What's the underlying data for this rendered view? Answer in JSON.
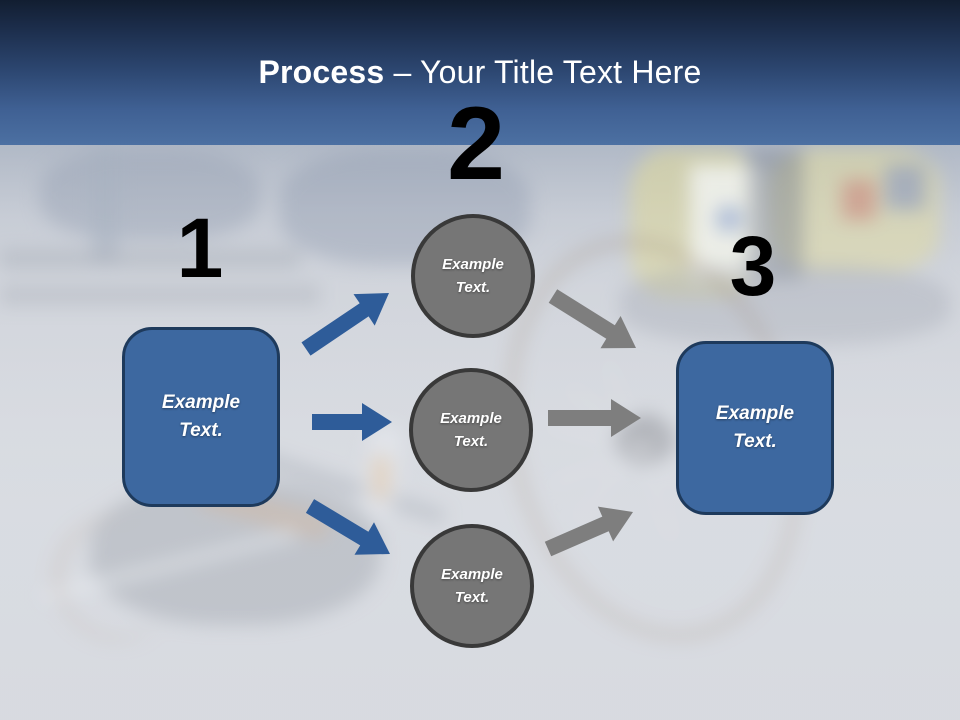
{
  "header": {
    "title_bold": "Process",
    "title_rest": " – Your Title Text Here"
  },
  "process": {
    "step1": {
      "number": "1",
      "box_label": "Example Text."
    },
    "step2": {
      "number": "2",
      "circles": [
        "Example Text.",
        "Example Text.",
        "Example Text."
      ]
    },
    "step3": {
      "number": "3",
      "box_label": "Example Text."
    }
  },
  "colors": {
    "header_top": "#121e31",
    "header_bottom": "#4c70a2",
    "box_fill": "#3d68a0",
    "box_border": "#1e3a5c",
    "circle_fill": "#767676",
    "circle_border": "#393939",
    "arrow_blue": "#2e5c99",
    "arrow_gray": "#7e7e7e",
    "number_color": "#000000",
    "title_color": "#ffffff"
  }
}
